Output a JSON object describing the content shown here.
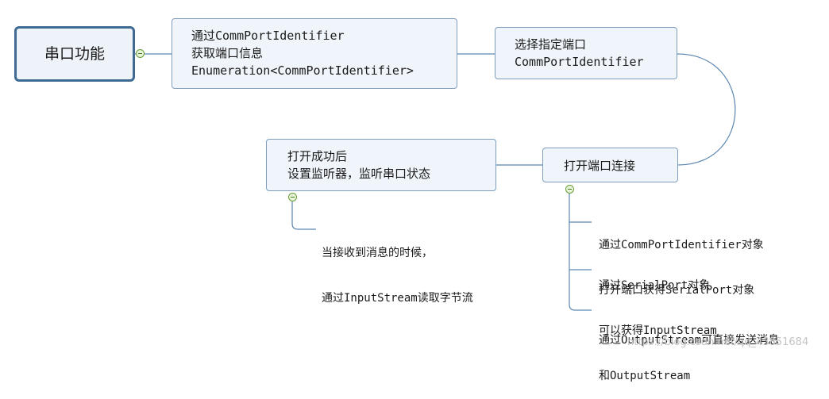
{
  "root": {
    "label": "串口功能"
  },
  "steps": [
    {
      "lines": [
        "通过CommPortIdentifier",
        "获取端口信息",
        "Enumeration<CommPortIdentifier>"
      ]
    },
    {
      "lines": [
        "选择指定端口",
        "CommPortIdentifier"
      ]
    },
    {
      "lines": [
        "打开端口连接"
      ]
    },
    {
      "lines": [
        "打开成功后",
        "设置监听器，监听串口状态"
      ]
    }
  ],
  "listener_details": [
    {
      "lines": [
        "当接收到消息的时候，",
        "通过InputStream读取字节流"
      ]
    }
  ],
  "connection_details": [
    {
      "lines": [
        "通过CommPortIdentifier对象",
        "打开端口获得SerialPort对象"
      ]
    },
    {
      "lines": [
        "通过SerialPort对象",
        "可以获得InputStream",
        "和OutputStream"
      ]
    },
    {
      "lines": [
        "通过OutputStream可直接发送消息"
      ]
    }
  ],
  "watermark": "https://blog.csdn.net/qq_43851684",
  "colors": {
    "node_fill": "#f0f5fb",
    "node_border": "#7f9ebd",
    "root_border": "#3f6a94",
    "connector": "#5b86b0",
    "toggle": "#6a9e3a"
  }
}
